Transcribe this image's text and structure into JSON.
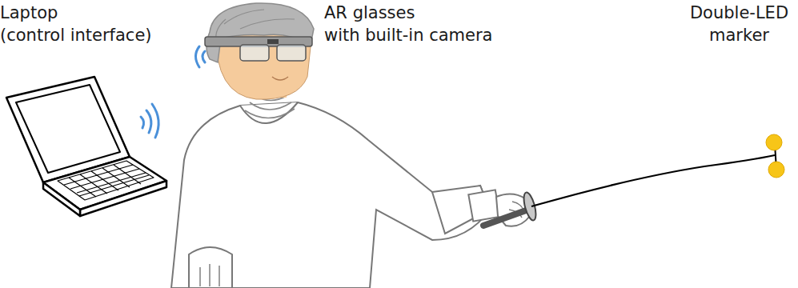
{
  "diagram": {
    "labels": [
      "Laptop (control interface)",
      "AR glasses with built-in camera",
      "Double-LED marker"
    ]
  }
}
